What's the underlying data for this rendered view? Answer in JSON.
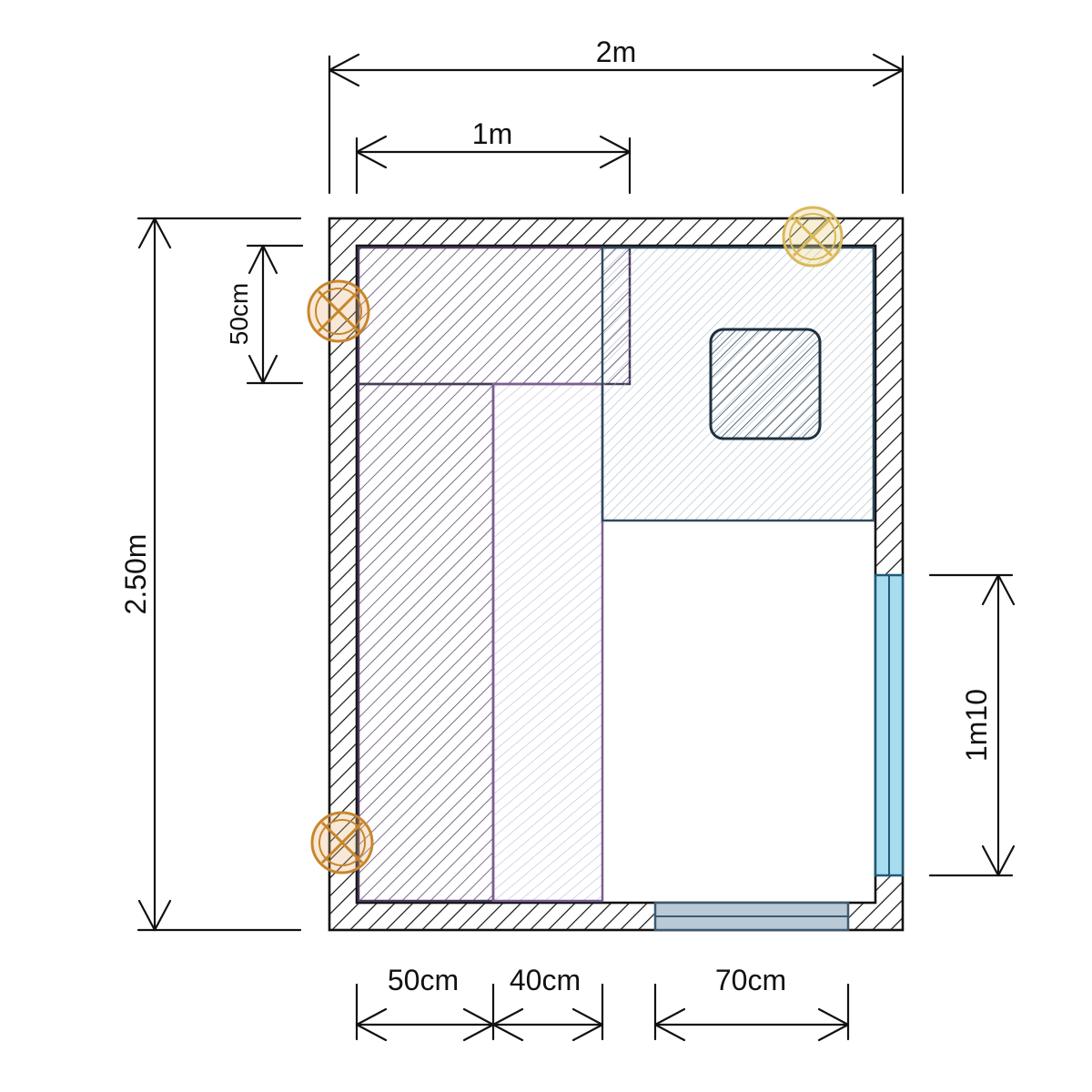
{
  "dimensions": {
    "total_width": "2m",
    "top_width": "1m",
    "total_height": "2.50m",
    "shelf_depth": "50cm",
    "bottom_left": "50cm",
    "bottom_middle": "40cm",
    "door_width": "70cm",
    "window_height": "1m10"
  },
  "colors": {
    "wall_hatch": "#111111",
    "storage_dark": "#5a4670",
    "storage_light": "#c8b6dc",
    "bed_blue": "#9fb8c9",
    "pillow": "#2e3f4e",
    "window": "#a8dcef",
    "door": "#b9c9d6",
    "light_orange": "#c8862a",
    "light_yellow": "#d9b85a"
  },
  "icons": [
    "ceiling-light-icon",
    "wall-light-icon",
    "wall-light-icon"
  ]
}
